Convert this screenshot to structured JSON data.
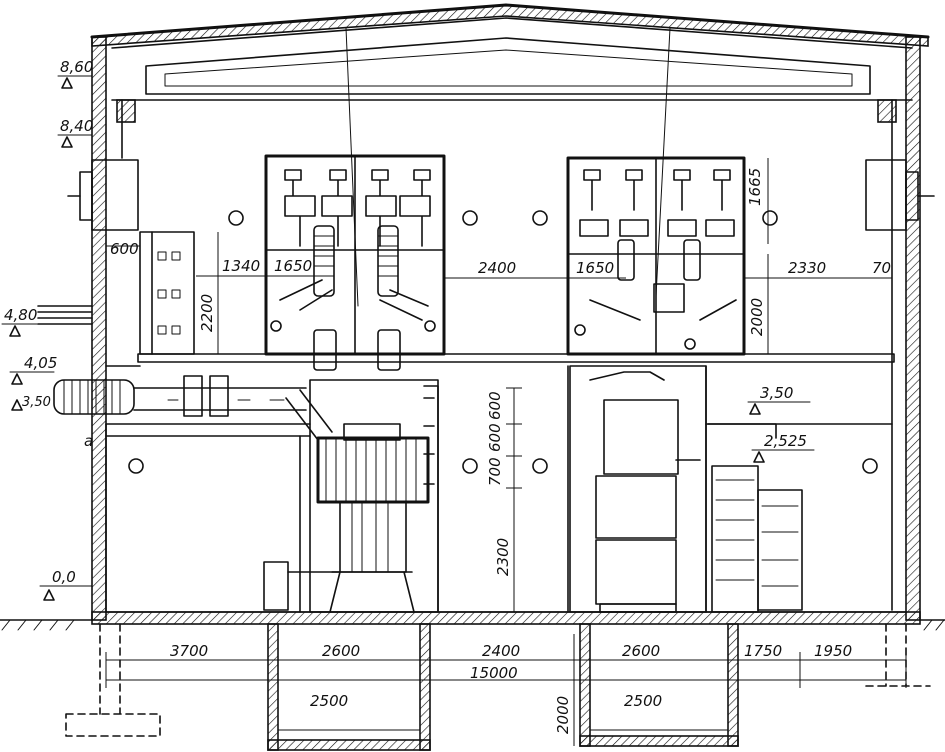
{
  "elevations": {
    "ridge": "8,60",
    "eaves": "8,40",
    "entry": "4,80",
    "busbar": "4,05",
    "bushing": "3,50",
    "floor": "0,0",
    "level_a": "3,50",
    "level_b": "2,525"
  },
  "labels": {
    "marker_a": "a"
  },
  "dimensions": {
    "cell_width_left": "600",
    "clear_1340": "1340",
    "cell_1650_left": "1650",
    "aisle_2400": "2400",
    "cell_1650_right": "1650",
    "clear_2330": "2330",
    "wall_70": "70",
    "height_1665": "1665",
    "height_2200": "2200",
    "height_2000": "2000",
    "frame_600_a": "600",
    "frame_600_b": "600",
    "frame_700": "700",
    "height_2300": "2300",
    "bay_3700": "3700",
    "channel_2600_left": "2600",
    "span_2400": "2400",
    "channel_2600_right": "2600",
    "bay_1750": "1750",
    "bay_1950": "1950",
    "total_15000": "15000",
    "channel_2500_left": "2500",
    "channel_2500_right": "2500",
    "depth_2000": "2000"
  }
}
